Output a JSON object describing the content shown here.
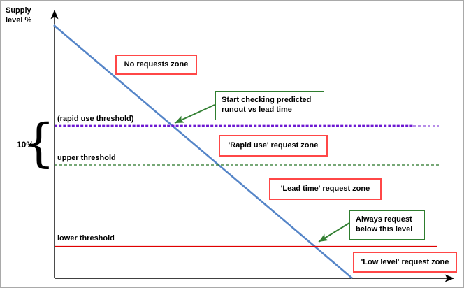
{
  "diagram": {
    "y_axis_label": "Supply\nlevel %",
    "gap": {
      "label": "10%",
      "brace": "{"
    },
    "thresholds": {
      "rapid_use": {
        "label": "(rapid use threshold)",
        "color": "#6e19d2",
        "style": "dashed"
      },
      "upper": {
        "label": "upper threshold",
        "color": "#267326",
        "style": "dashed"
      },
      "lower": {
        "label": "lower threshold",
        "color": "#e00000",
        "style": "solid"
      }
    },
    "zones": [
      {
        "label": "No requests zone"
      },
      {
        "label": "'Rapid use' request zone"
      },
      {
        "label": "'Lead time' request zone"
      },
      {
        "label": "'Low level' request zone"
      }
    ],
    "annotations": [
      {
        "label": "Start checking predicted\nrunout vs lead time"
      },
      {
        "label": "Always request\nbelow this level"
      }
    ],
    "colors": {
      "supply_line": "#5585c8",
      "zone_box_border": "#ff4747",
      "annotation_box_border": "#2e7d2e",
      "annotation_arrow": "#338033",
      "axis": "#000000",
      "frame_border": "#a9a9a9"
    }
  }
}
